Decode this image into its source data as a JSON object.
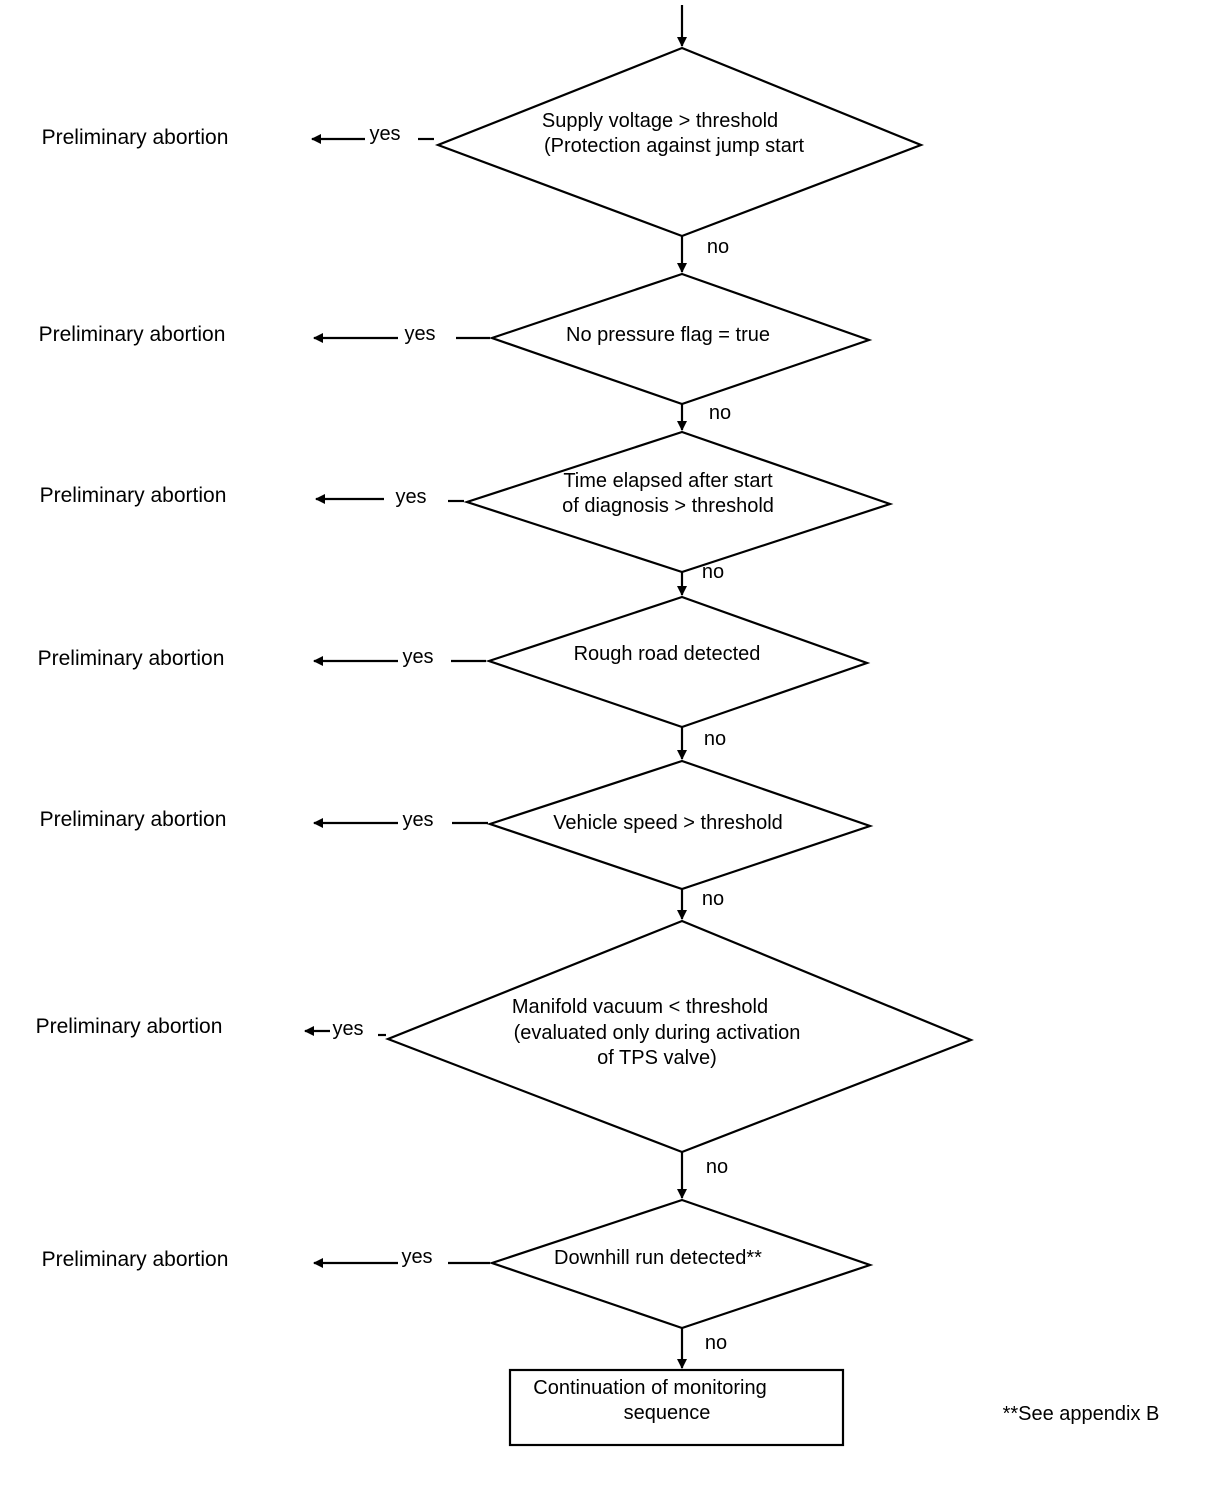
{
  "decisions": [
    {
      "lines": [
        "Supply voltage > threshold",
        "(Protection against jump start"
      ],
      "yes_label": "yes",
      "no_label": "no",
      "abort_label": "Preliminary abortion"
    },
    {
      "lines": [
        "No pressure flag = true"
      ],
      "yes_label": "yes",
      "no_label": "no",
      "abort_label": "Preliminary abortion"
    },
    {
      "lines": [
        "Time elapsed after start",
        "of diagnosis > threshold"
      ],
      "yes_label": "yes",
      "no_label": "no",
      "abort_label": "Preliminary abortion"
    },
    {
      "lines": [
        "Rough road detected"
      ],
      "yes_label": "yes",
      "no_label": "no",
      "abort_label": "Preliminary abortion"
    },
    {
      "lines": [
        "Vehicle speed > threshold"
      ],
      "yes_label": "yes",
      "no_label": "no",
      "abort_label": "Preliminary abortion"
    },
    {
      "lines": [
        "Manifold vacuum < threshold",
        "(evaluated only during activation",
        "of TPS valve)"
      ],
      "yes_label": "yes",
      "no_label": "no",
      "abort_label": "Preliminary abortion"
    },
    {
      "lines": [
        "Downhill run detected**"
      ],
      "yes_label": "yes",
      "no_label": "no",
      "abort_label": "Preliminary abortion"
    }
  ],
  "end_box": {
    "lines": [
      "Continuation of monitoring",
      "sequence"
    ]
  },
  "footnote": "**See appendix B"
}
